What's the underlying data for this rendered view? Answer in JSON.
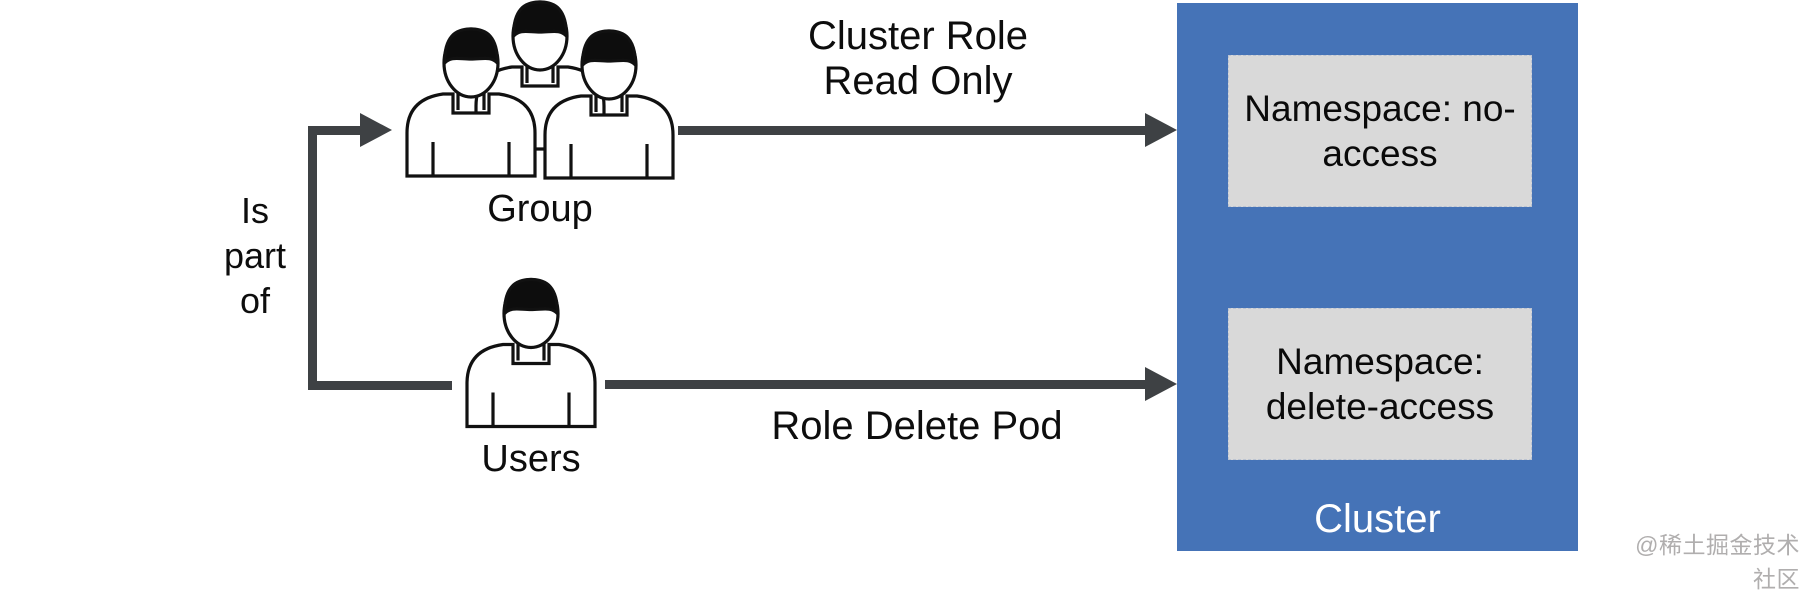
{
  "diagram": {
    "relationship_label": "Is part of",
    "group": {
      "label": "Group"
    },
    "users": {
      "label": "Users"
    },
    "arrows": {
      "group_to_cluster": "Cluster Role Read Only",
      "users_to_cluster": "Role Delete Pod"
    },
    "cluster": {
      "label": "Cluster",
      "namespaces": [
        {
          "text": "Namespace: no-access"
        },
        {
          "text": "Namespace: delete-access"
        }
      ]
    },
    "colors": {
      "cluster_blue": "#4573b7",
      "namespace_gray": "#d9d9d9",
      "line_dark_gray": "#3e4144",
      "cluster_label_white": "#ffffff",
      "watermark_gray": "#b0aeae"
    },
    "watermark": "@稀土掘金技术社区"
  }
}
